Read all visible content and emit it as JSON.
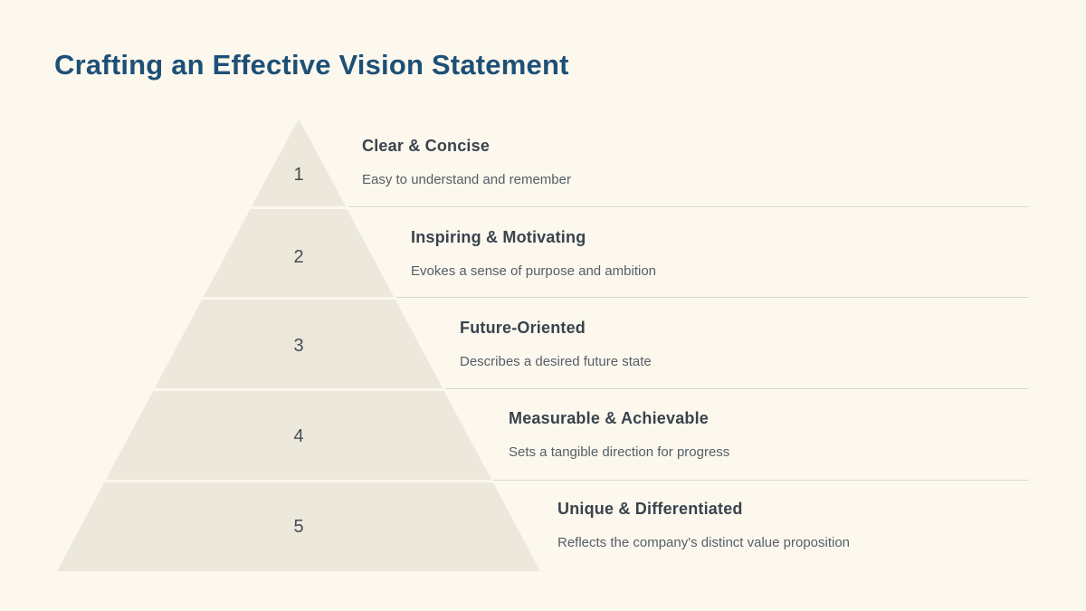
{
  "slide": {
    "title": "Crafting an Effective Vision Statement",
    "colors": {
      "bg": "#FDF8EE",
      "title": "#1D5077",
      "pyramid_fill": "#ECE8DB",
      "heading": "#39434C",
      "number": "#434D55",
      "subtext": "#555E66",
      "divider": "#DBD5C8"
    },
    "pyramid": {
      "levels": [
        {
          "number": "1",
          "title": "Clear & Concise",
          "description": "Easy to understand and remember"
        },
        {
          "number": "2",
          "title": "Inspiring & Motivating",
          "description": "Evokes a sense of purpose and ambition"
        },
        {
          "number": "3",
          "title": "Future-Oriented",
          "description": "Describes a desired future state"
        },
        {
          "number": "4",
          "title": "Measurable & Achievable",
          "description": "Sets a tangible direction for progress"
        },
        {
          "number": "5",
          "title": "Unique & Differentiated",
          "description": "Reflects the company's distinct value proposition"
        }
      ]
    }
  }
}
